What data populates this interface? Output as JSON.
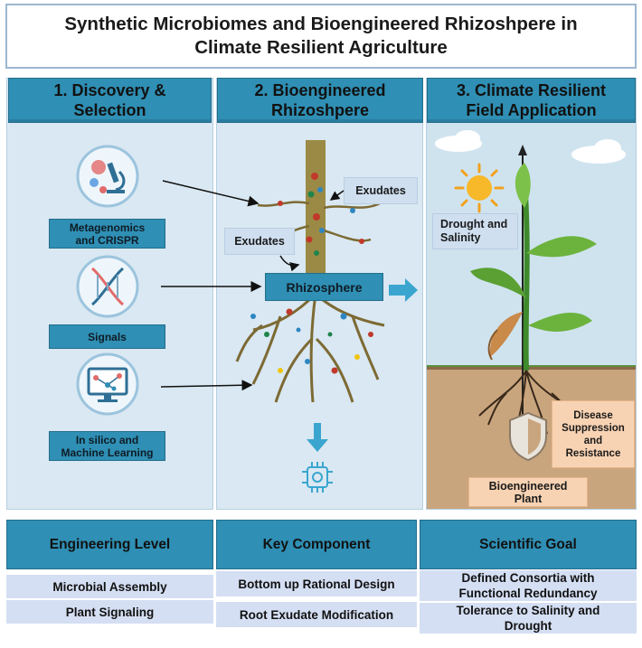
{
  "title": "Synthetic Microbiomes and Bioengineered Rhizoshpere in\nClimate Resilient Agriculture",
  "columns": [
    {
      "heading": "1. Discovery &\nSelection"
    },
    {
      "heading": "2. Bioengineered\nRhizoshpere"
    },
    {
      "heading": "3. Climate Resilient\nField Application"
    }
  ],
  "discovery": {
    "items": [
      {
        "label": "Metagenomics\nand CRISPR",
        "icon": "microscope-icon"
      },
      {
        "label": "Signals",
        "icon": "dna-icon"
      },
      {
        "label": "In silico and\nMachine Learning",
        "icon": "monitor-network-icon"
      }
    ]
  },
  "rhizosphere": {
    "exudates_top": "Exudates",
    "exudates_left": "Exudates",
    "center_label": "Rhizosphere",
    "bottom_icon": "chip-icon"
  },
  "field": {
    "stress_label": "Drought  and\nSalinity",
    "disease_label": "Disease\nSuppression\nand\nResistance",
    "plant_label": "Bioengineered\nPlant",
    "sun_icon": "sun-icon",
    "shield_icon": "shield-icon"
  },
  "table": {
    "headers": [
      "Engineering Level",
      "Key Component",
      "Scientific Goal"
    ],
    "col1": [
      "Microbial Assembly",
      "Plant Signaling"
    ],
    "col2": [
      "Bottom up  Rational Design",
      "Root Exudate Modification"
    ],
    "col3": [
      "Defined Consortia with\nFunctional Redundancy",
      "Tolerance to Salinity and\nDrought"
    ]
  },
  "colors": {
    "header_blue": "#2f8fb4",
    "panel_blue": "#d9e8f2",
    "soil_brown": "#c9a57e",
    "accent_orange": "#f8d3b3"
  }
}
